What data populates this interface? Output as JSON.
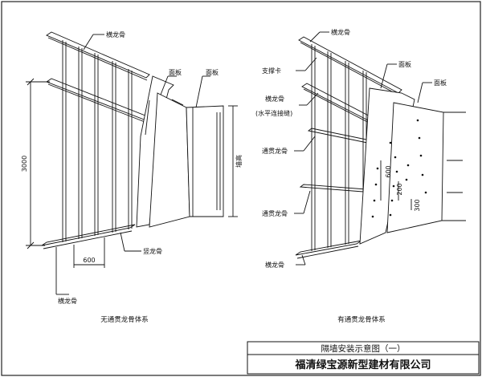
{
  "left_diagram": {
    "label_top_keel": "横龙骨",
    "label_panel_1": "面板",
    "label_panel_2": "面板",
    "dim_height": "3000",
    "dim_wall_height": "墙高",
    "dim_spacing": "600",
    "label_vertical_keel": "竖龙骨",
    "label_bottom_keel": "横龙骨",
    "caption": "无通贯龙骨体系"
  },
  "right_diagram": {
    "label_top_keel": "横龙骨",
    "label_brace": "支撑卡",
    "label_horizontal_keel": "横龙骨",
    "label_horizontal_joint": "(水平连接缝)",
    "label_through_keel_1": "通贯龙骨",
    "label_through_keel_2": "通贯龙骨",
    "label_bottom_keel": "横龙骨",
    "label_panel_1": "面板",
    "label_panel_2": "面板",
    "dim_600": "600",
    "dim_200": "200",
    "dim_300": "300",
    "caption": "有通贯龙骨体系"
  },
  "title_block": {
    "title": "隔墙安装示意图（一）",
    "company": "福清绿宝源新型建材有限公司"
  }
}
